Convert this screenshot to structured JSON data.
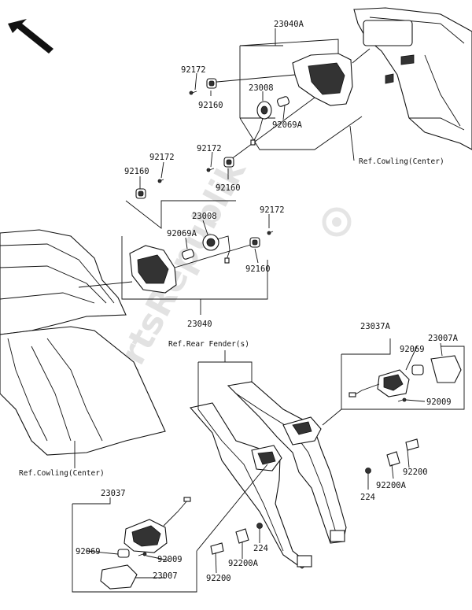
{
  "watermark": "PartsRepublik",
  "labels": {
    "p23040A": "23040A",
    "p92172_a": "92172",
    "p92160_a": "92160",
    "p23008_a": "23008",
    "p92069A_a": "92069A",
    "p92172_b": "92172",
    "p92160_b": "92160",
    "p92172_c": "92172",
    "p92160_c": "92160",
    "p23008_b": "23008",
    "p92069A_b": "92069A",
    "p92172_d": "92172",
    "p92160_d": "92160",
    "p23040": "23040",
    "p23037A": "23037A",
    "p23007A": "23007A",
    "p92069_a": "92069",
    "p92009_a": "92009",
    "p92200_a": "92200",
    "p92200A_a": "92200A",
    "p224_a": "224",
    "p23037": "23037",
    "p92069_b": "92069",
    "p92009_b": "92009",
    "p23007": "23007",
    "p224_b": "224",
    "p92200A_b": "92200A",
    "p92200_b": "92200"
  },
  "refs": {
    "cowling_top": "Ref.Cowling(Center)",
    "rear_fender": "Ref.Rear Fender(s)",
    "cowling_bottom": "Ref.Cowling(Center)"
  },
  "icons": {
    "direction": "front-arrow-icon"
  }
}
